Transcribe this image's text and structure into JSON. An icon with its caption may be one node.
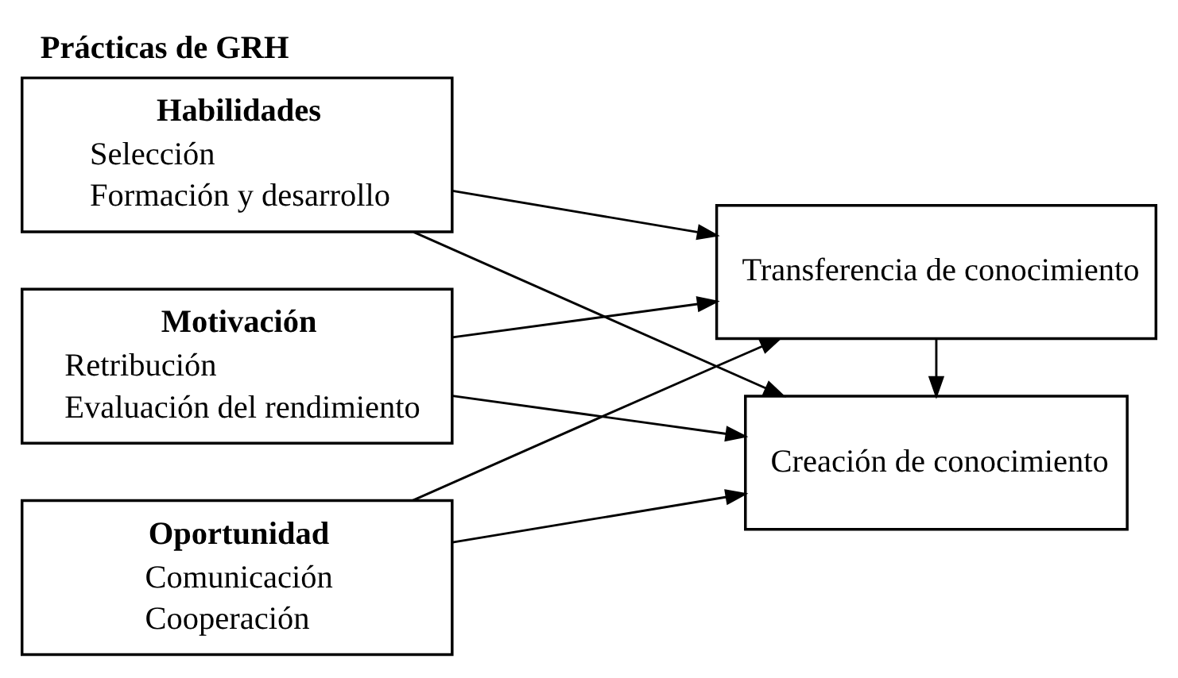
{
  "diagram": {
    "title": "Prácticas de GRH",
    "nodes": [
      {
        "text": [
          "Habilidades",
          "Selección",
          "Formación y desarrollo"
        ]
      },
      {
        "text": [
          "Motivación",
          "Retribución",
          "Evaluación del rendimiento"
        ]
      },
      {
        "text": [
          "Oportunidad",
          "Comunicación",
          "Cooperación"
        ]
      },
      {
        "text": [
          "Transferencia de conocimiento"
        ]
      },
      {
        "text": [
          "Creación de conocimiento"
        ]
      }
    ],
    "edges": [
      {
        "from": 0,
        "to": 3,
        "arrow": "to"
      },
      {
        "from": 0,
        "to": 4,
        "arrow": "to"
      },
      {
        "from": 1,
        "to": 3,
        "arrow": "to"
      },
      {
        "from": 1,
        "to": 4,
        "arrow": "to"
      },
      {
        "from": 2,
        "to": 3,
        "arrow": "to"
      },
      {
        "from": 2,
        "to": 4,
        "arrow": "to"
      },
      {
        "from": 3,
        "to": 4,
        "arrow": "to"
      }
    ]
  }
}
